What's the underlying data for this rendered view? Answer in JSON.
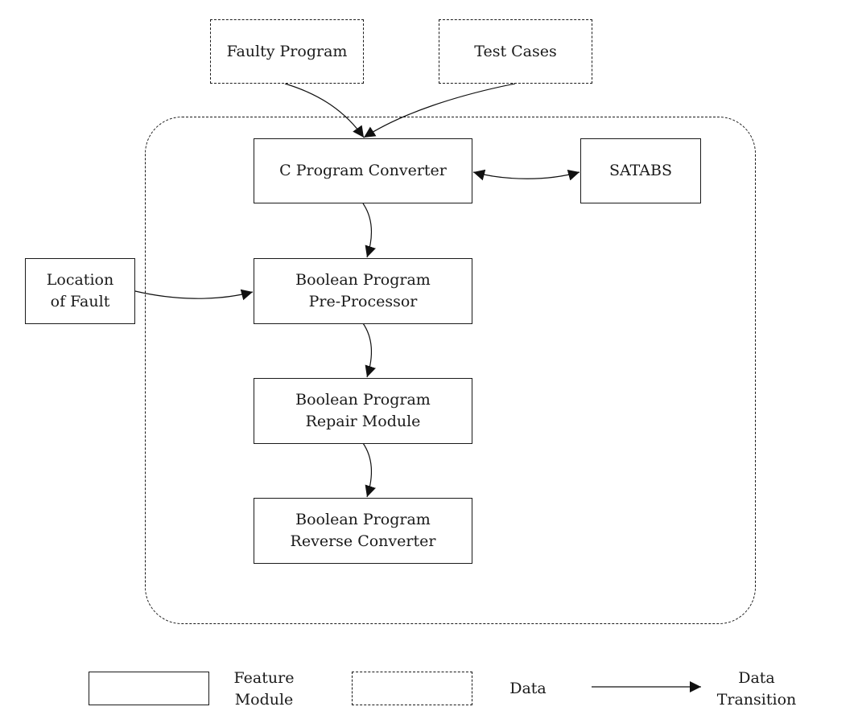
{
  "nodes": {
    "faulty_program": "Faulty Program",
    "test_cases": "Test Cases",
    "c_converter": "C Program Converter",
    "satabs": "SATABS",
    "location_of_fault": [
      "Location",
      "of Fault"
    ],
    "bp_preprocessor": [
      "Boolean Program",
      "Pre-Processor"
    ],
    "bp_repair": [
      "Boolean Program",
      "Repair Module"
    ],
    "bp_reverse": [
      "Boolean Program",
      "Reverse Converter"
    ]
  },
  "legend": {
    "feature_module": [
      "Feature",
      "Module"
    ],
    "data": "Data",
    "data_transition": [
      "Data",
      "Transition"
    ]
  }
}
